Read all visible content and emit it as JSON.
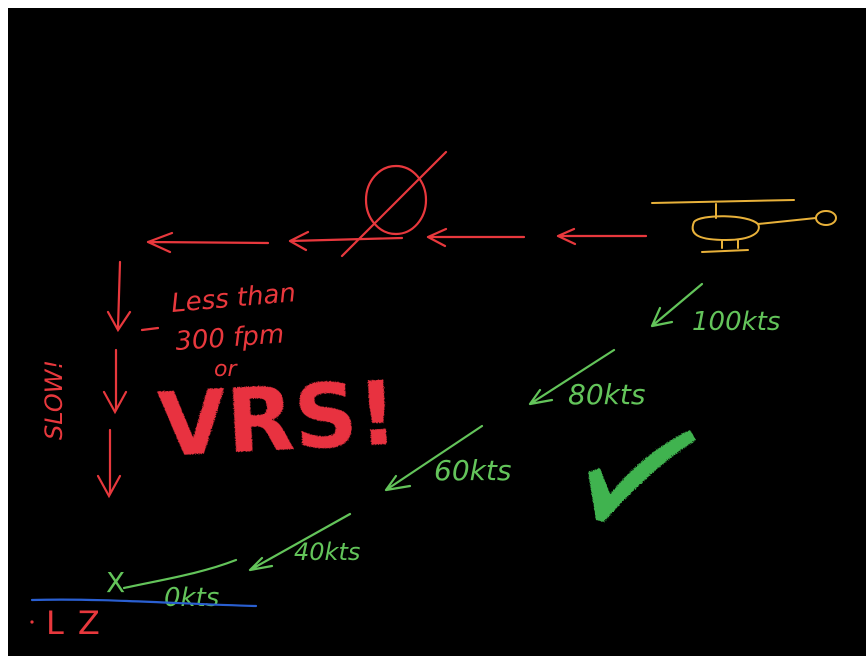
{
  "colors": {
    "background": "#000000",
    "red": "#e8383d",
    "green": "#63c45a",
    "yellow": "#e8b13a",
    "blue": "#2a5fd1",
    "check_green": "#3fb34f"
  },
  "labels": {
    "less_than": "Less than",
    "rate": "300 fpm",
    "or": "or",
    "vrs": "VRS!",
    "slow": "SLOW!",
    "speed_100": "100kts",
    "speed_80": "80kts",
    "speed_60": "60kts",
    "speed_40": "40kts",
    "speed_0": "0kts",
    "lz": "LZ",
    "x_mark": "X",
    "null_symbol": "Ø"
  },
  "icons": {
    "helicopter": "helicopter-icon",
    "checkmark": "checkmark-icon"
  }
}
